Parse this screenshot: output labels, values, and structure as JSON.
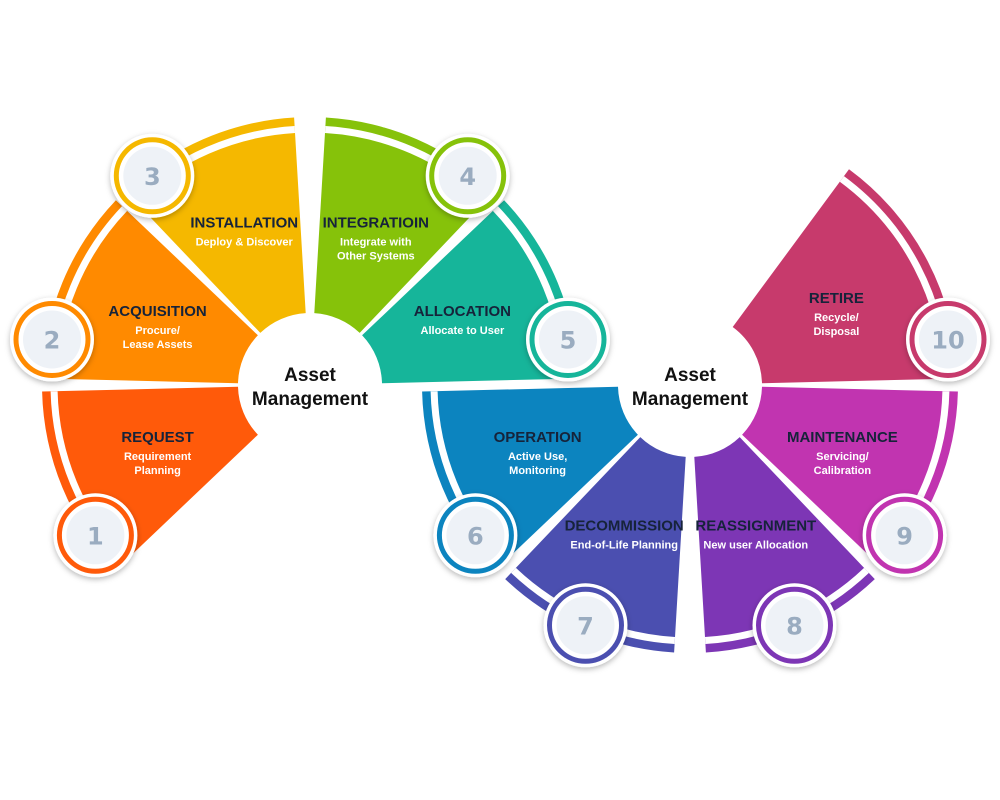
{
  "left_hub": {
    "line1": "Asset",
    "line2": "Management"
  },
  "right_hub": {
    "line1": "Asset",
    "line2": "Management"
  },
  "steps": [
    {
      "num": "1",
      "title": "REQUEST",
      "sub1": "Requirement",
      "sub2": "Planning",
      "color": "#ff5a0a"
    },
    {
      "num": "2",
      "title": "ACQUISITION",
      "sub1": "Procure/",
      "sub2": "Lease Assets",
      "color": "#ff8a00"
    },
    {
      "num": "3",
      "title": "INSTALLATION",
      "sub1": "Deploy & Discover",
      "sub2": "",
      "color": "#f5b800"
    },
    {
      "num": "4",
      "title": "INTEGRATIOIN",
      "sub1": "Integrate with",
      "sub2": "Other Systems",
      "color": "#86c20a"
    },
    {
      "num": "5",
      "title": "ALLOCATION",
      "sub1": "Allocate to User",
      "sub2": "",
      "color": "#16b59a"
    },
    {
      "num": "6",
      "title": "OPERATION",
      "sub1": "Active Use,",
      "sub2": "Monitoring",
      "color": "#0c84bf"
    },
    {
      "num": "7",
      "title": "DECOMMISSION",
      "sub1": "End-of-Life Planning",
      "sub2": "",
      "color": "#4b4fb0"
    },
    {
      "num": "8",
      "title": "REASSIGNMENT",
      "sub1": "New user Allocation",
      "sub2": "",
      "color": "#7d36b5"
    },
    {
      "num": "9",
      "title": "MAINTENANCE",
      "sub1": "Servicing/",
      "sub2": "Calibration",
      "color": "#c134b0"
    },
    {
      "num": "10",
      "title": "RETIRE",
      "sub1": "Recycle/",
      "sub2": "Disposal",
      "color": "#c73a6c"
    }
  ]
}
